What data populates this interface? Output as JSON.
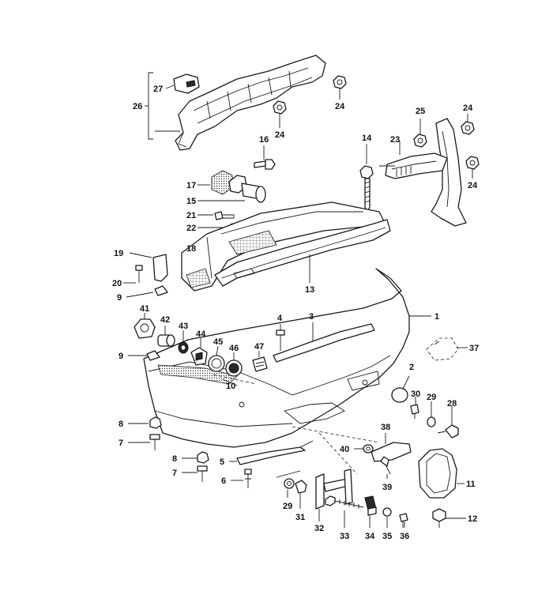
{
  "callouts": [
    {
      "n": "1"
    },
    {
      "n": "2"
    },
    {
      "n": "3"
    },
    {
      "n": "4"
    },
    {
      "n": "5"
    },
    {
      "n": "6"
    },
    {
      "n": "7"
    },
    {
      "n": "7"
    },
    {
      "n": "8"
    },
    {
      "n": "8"
    },
    {
      "n": "9"
    },
    {
      "n": "9"
    },
    {
      "n": "10"
    },
    {
      "n": "11"
    },
    {
      "n": "12"
    },
    {
      "n": "13"
    },
    {
      "n": "14"
    },
    {
      "n": "15"
    },
    {
      "n": "16"
    },
    {
      "n": "17"
    },
    {
      "n": "18"
    },
    {
      "n": "19"
    },
    {
      "n": "20"
    },
    {
      "n": "21"
    },
    {
      "n": "22"
    },
    {
      "n": "23"
    },
    {
      "n": "24"
    },
    {
      "n": "24"
    },
    {
      "n": "24"
    },
    {
      "n": "24"
    },
    {
      "n": "25"
    },
    {
      "n": "26"
    },
    {
      "n": "27"
    },
    {
      "n": "28"
    },
    {
      "n": "29"
    },
    {
      "n": "29"
    },
    {
      "n": "30"
    },
    {
      "n": "31"
    },
    {
      "n": "32"
    },
    {
      "n": "33"
    },
    {
      "n": "34"
    },
    {
      "n": "35"
    },
    {
      "n": "36"
    },
    {
      "n": "37"
    },
    {
      "n": "38"
    },
    {
      "n": "39"
    },
    {
      "n": "40"
    },
    {
      "n": "41"
    },
    {
      "n": "42"
    },
    {
      "n": "43"
    },
    {
      "n": "44"
    },
    {
      "n": "45"
    },
    {
      "n": "46"
    },
    {
      "n": "47"
    }
  ]
}
